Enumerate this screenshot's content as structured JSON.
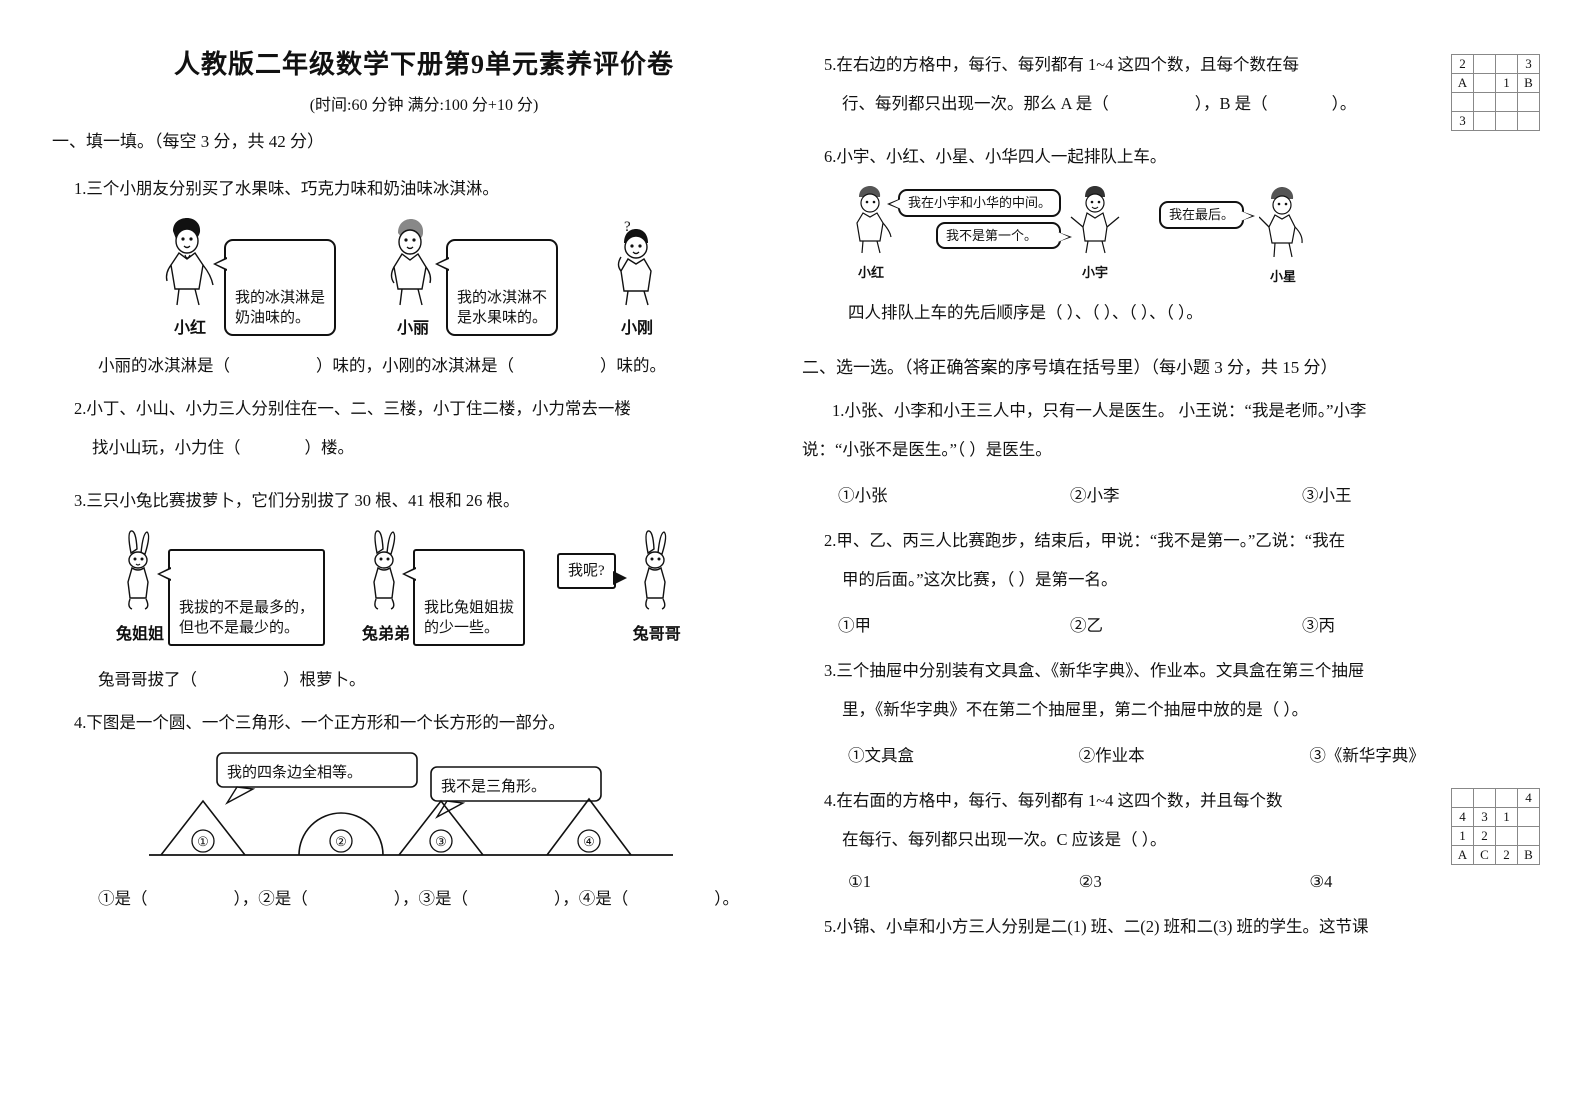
{
  "header": {
    "title": "人教版二年级数学下册第9单元素养评价卷",
    "subtitle": "(时间:60 分钟  满分:100 分+10 分)"
  },
  "section_one": {
    "heading": "一、填一填。（每空 3 分，共 42 分）",
    "q1": {
      "number": "1.",
      "stem": "三个小朋友分别买了水果味、巧克力味和奶油味冰淇淋。",
      "characters": [
        {
          "name": "小红",
          "bubble": "我的冰淇淋是\n奶油味的。"
        },
        {
          "name": "小丽",
          "bubble": "我的冰淇淋不\n是水果味的。"
        },
        {
          "name": "小刚",
          "bubble": ""
        }
      ],
      "answer_pre": "小丽的冰淇淋是（",
      "answer_mid": "）味的，小刚的冰淇淋是（",
      "answer_post": "）味的。"
    },
    "q2": {
      "number": "2.",
      "line1": "小丁、小山、小力三人分别住在一、二、三楼，小丁住二楼，小力常去一楼",
      "line2_pre": "找小山玩，小力住（",
      "line2_post": "）楼。"
    },
    "q3": {
      "number": "3.",
      "stem": "三只小兔比赛拔萝卜，它们分别拔了 30 根、41 根和 26 根。",
      "characters": [
        {
          "name": "兔姐姐",
          "bubble": "我拔的不是最多的，\n但也不是最少的。"
        },
        {
          "name": "兔弟弟",
          "bubble": "我比兔姐姐拔\n的少一些。"
        },
        {
          "name": "兔哥哥",
          "bubble": "我呢?"
        }
      ],
      "answer_pre": "兔哥哥拔了（",
      "answer_post": "）根萝卜。"
    },
    "q4": {
      "number": "4.",
      "stem": "下图是一个圆、一个三角形、一个正方形和一个长方形的一部分。",
      "bubble1": "我的四条边全相等。",
      "bubble2": "我不是三角形。",
      "shape_labels": [
        "①",
        "②",
        "③",
        "④"
      ],
      "answer_parts": [
        "①是（",
        "），②是（",
        "），③是（",
        "），④是（",
        "）。"
      ]
    },
    "q5": {
      "number": "5.",
      "line1": "在右边的方格中，每行、每列都有 1~4 这四个数，且每个数在每",
      "line2_pre": "行、每列都只出现一次。那么 A 是（",
      "line2_mid": "），B 是（",
      "line2_post": "）。",
      "grid": [
        [
          "2",
          "",
          "",
          "3"
        ],
        [
          "A",
          "",
          "1",
          "B"
        ],
        [
          "",
          "",
          "",
          ""
        ],
        [
          "3",
          "",
          "",
          ""
        ]
      ]
    },
    "q6": {
      "number": "6.",
      "stem": "小宇、小红、小星、小华四人一起排队上车。",
      "characters": [
        {
          "name": "小红",
          "bubbles": [
            "我在小宇和小华的中间。",
            "我不是第一个。"
          ]
        },
        {
          "name": "小宇",
          "bubbles": []
        },
        {
          "name": "小星",
          "bubbles": [
            "我在最后。"
          ]
        }
      ],
      "answer": "四人排队上车的先后顺序是（        ）、（       ）、（        ）、（        ）。"
    }
  },
  "section_two": {
    "heading": "二、选一选。（将正确答案的序号填在括号里）（每小题 3 分，共 15 分）",
    "q1": {
      "number": "1.",
      "line1": "小张、小李和小王三人中，只有一人是医生。 小王说：“我是老师。”小李",
      "line2": "说：“小张不是医生。”（        ）是医生。",
      "options": [
        "①小张",
        "②小李",
        "③小王"
      ]
    },
    "q2": {
      "number": "2.",
      "line1": "甲、乙、丙三人比赛跑步，结束后，甲说：“我不是第一。”乙说：“我在",
      "line2": "甲的后面。”这次比赛，（      ）是第一名。",
      "options": [
        "①甲",
        "②乙",
        "③丙"
      ]
    },
    "q3": {
      "number": "3.",
      "line1": "三个抽屉中分别装有文具盒、《新华字典》、作业本。文具盒在第三个抽屉",
      "line2": "里，《新华字典》不在第二个抽屉里，第二个抽屉中放的是（     ）。",
      "options": [
        "①文具盒",
        "②作业本",
        "③《新华字典》"
      ]
    },
    "q4": {
      "number": "4.",
      "line1": "在右面的方格中，每行、每列都有 1~4 这四个数，并且每个数",
      "line2": "在每行、每列都只出现一次。C 应该是（     ）。",
      "options": [
        "①1",
        "②3",
        "③4"
      ],
      "grid": [
        [
          "",
          "",
          "",
          "4"
        ],
        [
          "4",
          "3",
          "1",
          ""
        ],
        [
          "1",
          "2",
          "",
          ""
        ],
        [
          "A",
          "C",
          "2",
          "B"
        ]
      ]
    },
    "q5": {
      "number": "5.",
      "line1": "小锦、小卓和小方三人分别是二(1) 班、二(2) 班和二(3) 班的学生。这节课"
    }
  }
}
